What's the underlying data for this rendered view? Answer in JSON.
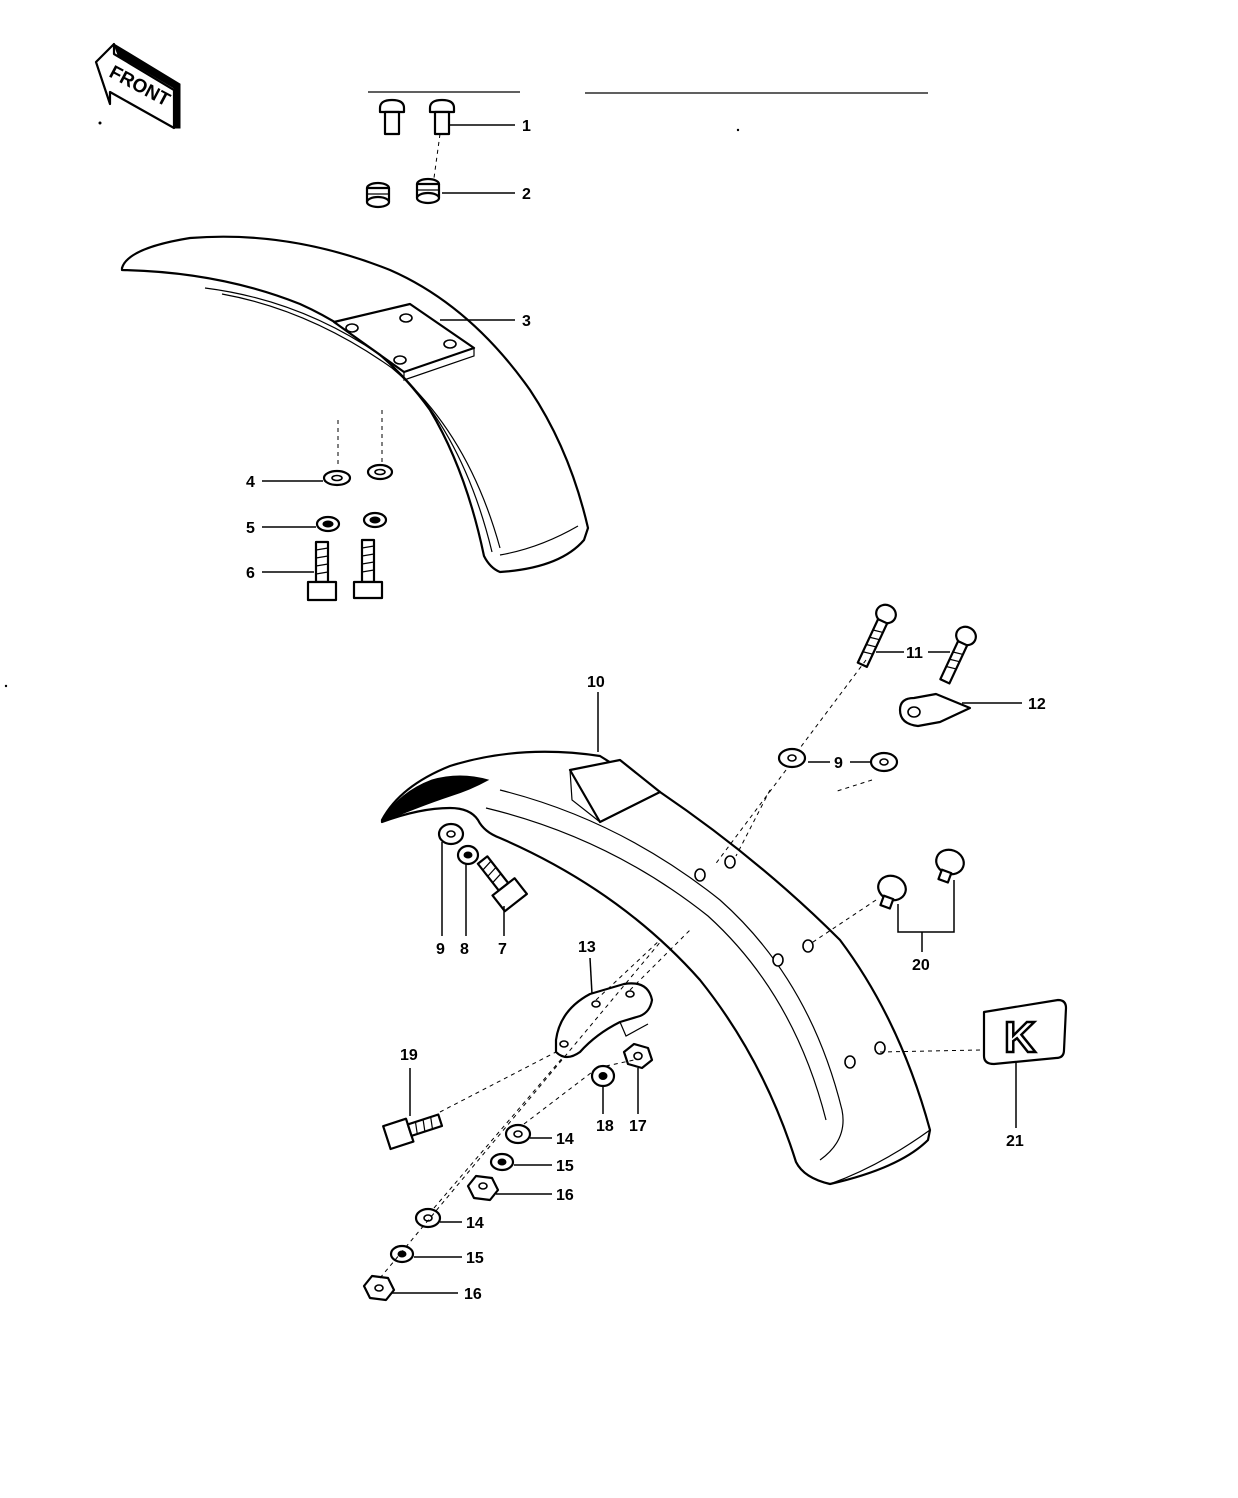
{
  "diagram": {
    "front_label": "FRONT",
    "callouts": {
      "c1": "1",
      "c2": "2",
      "c3": "3",
      "c4": "4",
      "c5": "5",
      "c6": "6",
      "c7": "7",
      "c8": "8",
      "c9a": "9",
      "c9b": "9",
      "c10": "10",
      "c11": "11",
      "c12": "12",
      "c13": "13",
      "c14a": "14",
      "c14b": "14",
      "c15a": "15",
      "c15b": "15",
      "c16a": "16",
      "c16b": "16",
      "c17": "17",
      "c18": "18",
      "c19": "19",
      "c20": "20",
      "c21": "21"
    },
    "emblem_letter": "K"
  },
  "colors": {
    "ink": "#000000",
    "paper": "#ffffff"
  }
}
